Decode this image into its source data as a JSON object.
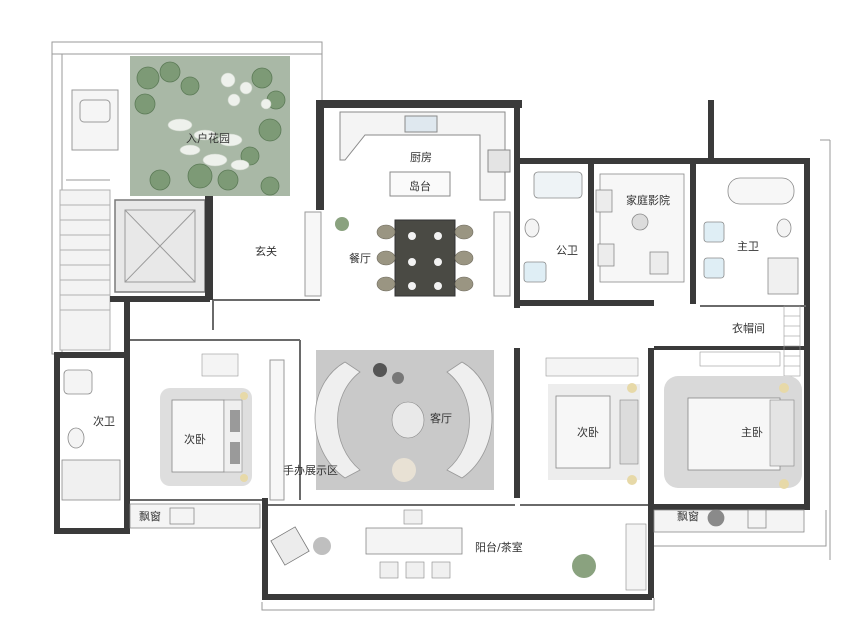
{
  "plan": {
    "rooms": {
      "entry_garden": "入户花园",
      "kitchen": "厨房",
      "island": "岛台",
      "foyer": "玄关",
      "dining": "餐厅",
      "public_bath": "公卫",
      "home_theater": "家庭影院",
      "master_bath": "主卫",
      "walk_in_closet": "衣帽间",
      "second_bath": "次卫",
      "second_bedroom_left": "次卧",
      "living": "客厅",
      "second_bedroom_right": "次卧",
      "master_bedroom": "主卧",
      "figure_display": "手办展示区",
      "bay_window_left": "飘窗",
      "bay_window_right": "飘窗",
      "balcony": "阳台/茶室"
    },
    "colors": {
      "wall": "#3a3a3a",
      "garden": "#a9b8a6",
      "rug": "#c9c9c9",
      "floor": "#ffffff",
      "tile": "#e9e9e9",
      "accent_gold": "#e7d9a8"
    }
  }
}
